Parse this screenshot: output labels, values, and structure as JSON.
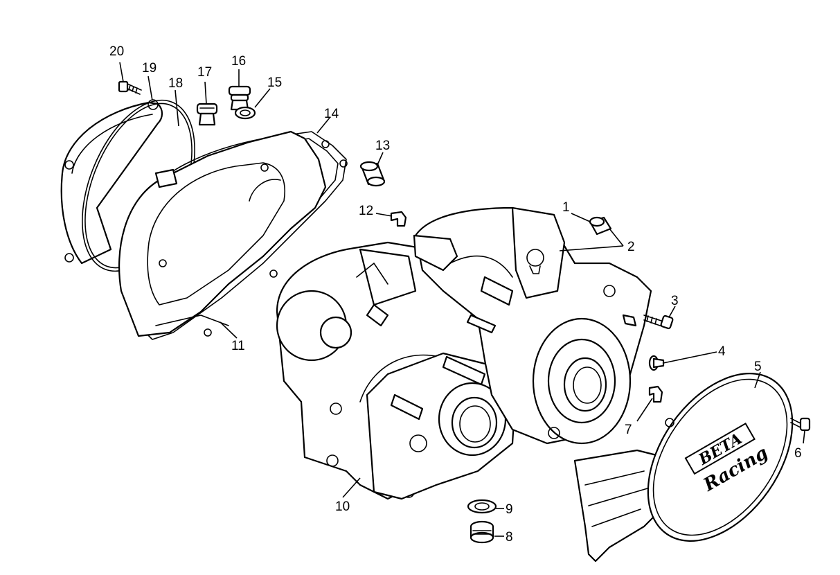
{
  "diagram": {
    "callouts": [
      "1",
      "2",
      "3",
      "4",
      "5",
      "6",
      "7",
      "8",
      "9",
      "10",
      "11",
      "12",
      "13",
      "14",
      "15",
      "16",
      "17",
      "18",
      "19",
      "20"
    ],
    "cover_logo": {
      "brand": "BETA",
      "script": "Racing"
    }
  },
  "colors": {
    "line": "#000000",
    "background": "#ffffff"
  }
}
